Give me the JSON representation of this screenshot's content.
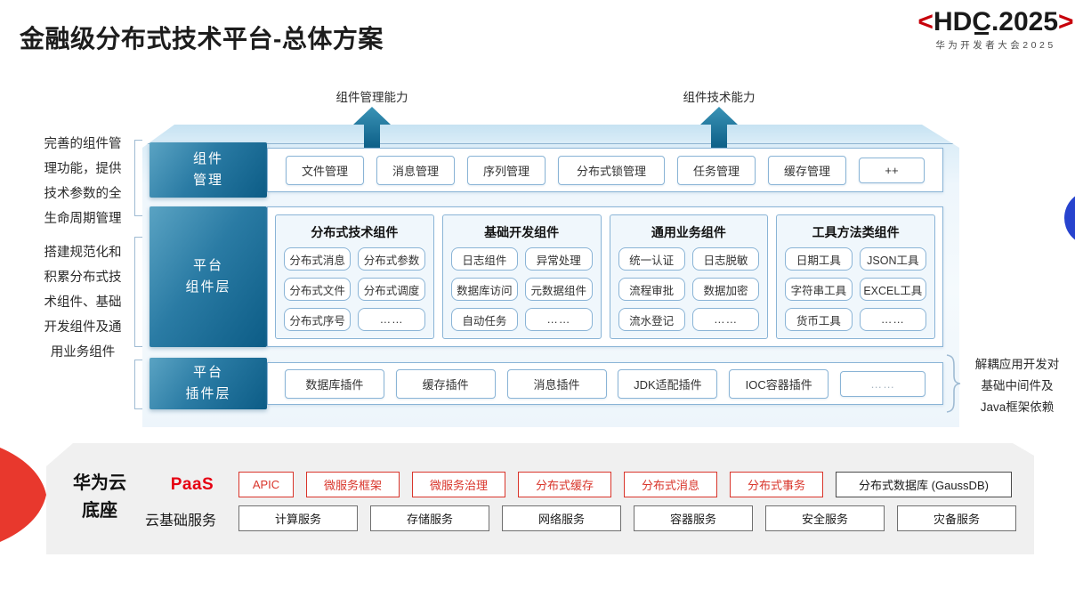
{
  "header": {
    "title": "金融级分布式技术平台-总体方案",
    "logo": {
      "angle_left": "<",
      "name_pre": "HD",
      "name_c": "C",
      "name_post": ".2025",
      "angle_right": ">",
      "subtitle": "华为开发者大会2025"
    }
  },
  "capability_arrows": [
    {
      "label": "组件管理能力"
    },
    {
      "label": "组件技术能力"
    }
  ],
  "side_notes": {
    "left_top_lines": [
      "完善的组件管",
      "理功能，提供",
      "技术参数的全",
      "生命周期管理"
    ],
    "left_bottom_lines": [
      "搭建规范化和",
      "积累分布式技",
      "术组件、基础",
      "开发组件及通",
      "用业务组件"
    ],
    "right_lines": [
      "解耦应用开发对",
      "基础中间件及",
      "Java框架依赖"
    ]
  },
  "platform": {
    "management_row": {
      "label_lines": [
        "组件",
        "管理"
      ],
      "items": [
        "文件管理",
        "消息管理",
        "序列管理",
        "分布式锁管理",
        "任务管理",
        "缓存管理",
        "++"
      ]
    },
    "component_row": {
      "label_lines": [
        "平台",
        "组件层"
      ],
      "groups": [
        {
          "title": "分布式技术组件",
          "items": [
            "分布式消息",
            "分布式参数",
            "分布式文件",
            "分布式调度",
            "分布式序号",
            "……"
          ]
        },
        {
          "title": "基础开发组件",
          "items": [
            "日志组件",
            "异常处理",
            "数据库访问",
            "元数据组件",
            "自动任务",
            "……"
          ]
        },
        {
          "title": "通用业务组件",
          "items": [
            "统一认证",
            "日志脱敏",
            "流程审批",
            "数据加密",
            "流水登记",
            "……"
          ]
        },
        {
          "title": "工具方法类组件",
          "items": [
            "日期工具",
            "JSON工具",
            "字符串工具",
            "EXCEL工具",
            "货币工具",
            "……"
          ]
        }
      ]
    },
    "plugin_row": {
      "label_lines": [
        "平台",
        "插件层"
      ],
      "items": [
        "数据库插件",
        "缓存插件",
        "消息插件",
        "JDK适配插件",
        "IOC容器插件",
        "……"
      ]
    }
  },
  "foundation": {
    "label_lines": [
      "华为云",
      "底座"
    ],
    "paas": {
      "label": "PaaS",
      "highlighted": [
        "APIC",
        "微服务框架",
        "微服务治理",
        "分布式缓存",
        "分布式消息",
        "分布式事务"
      ],
      "plain": "分布式数据库 (GaussDB)"
    },
    "cloud_base": {
      "label": "云基础服务",
      "items": [
        "计算服务",
        "存储服务",
        "网络服务",
        "容器服务",
        "安全服务",
        "灾备服务"
      ]
    }
  },
  "colors": {
    "brand_red": "#C7000B",
    "paas_red": "#E60012",
    "chip_red_border": "#D9352B",
    "teal_dark": "#0C5C86",
    "teal_light": "#5AA3C3",
    "box_border_blue": "#8AB4D6",
    "slab_blue": "#DDEEF8",
    "circle_blue": "#2743CE",
    "panel_gray": "#F0F0F0"
  }
}
